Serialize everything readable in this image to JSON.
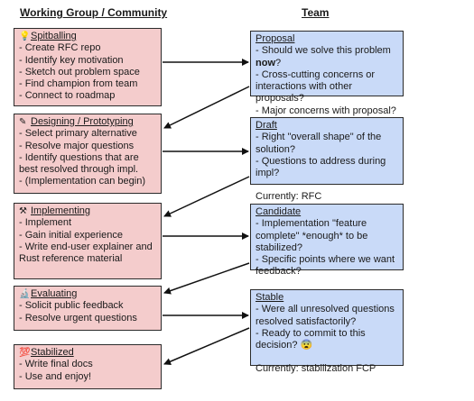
{
  "headers": {
    "left": "Working Group / Community",
    "right": "Team"
  },
  "wg_boxes": [
    {
      "icon": "💡",
      "icon_name": "lightbulb-icon",
      "title": "Spitballing",
      "lines": [
        "- Create RFC repo",
        "- Identify key motivation",
        "- Sketch out problem space",
        "- Find champion from team",
        "- Connect to roadmap"
      ]
    },
    {
      "icon": "✎",
      "icon_name": "pencil-icon",
      "title": "Designing / Prototyping",
      "lines": [
        "- Select primary alternative",
        "- Resolve major questions",
        "- Identify questions that are best resolved through impl.",
        "- (Implementation can begin)"
      ]
    },
    {
      "icon": "⚒",
      "icon_name": "hammer-wrench-icon",
      "title": "Implementing",
      "lines": [
        "- Implement",
        "- Gain initial experience",
        "- Write end-user explainer and Rust reference material"
      ]
    },
    {
      "icon": "🔬",
      "icon_name": "microscope-icon",
      "title": "Evaluating",
      "lines": [
        "- Solicit public feedback",
        "- Resolve urgent questions"
      ]
    },
    {
      "icon": "💯",
      "icon_name": "hundred-points-icon",
      "title": "Stabilized",
      "lines": [
        "- Write final docs",
        "- Use and enjoy!"
      ]
    }
  ],
  "team_boxes": [
    {
      "title": "Proposal",
      "line1_prefix": "- Should we solve this problem ",
      "line1_bold": "now",
      "line1_suffix": "?",
      "lines": [
        "- Cross-cutting concerns or interactions with other proposals?",
        "- Major concerns with proposal?"
      ]
    },
    {
      "title": "Draft",
      "lines": [
        "- Right \"overall shape\" of the solution?",
        "- Questions to address during impl?"
      ],
      "currently": "Currently: RFC"
    },
    {
      "title": "Candidate",
      "lines": [
        "- Implementation \"feature complete\" *enough* to be stabilized?",
        "- Specific points where we want feedback?"
      ]
    },
    {
      "title": "Stable",
      "lines": [
        "- Were all unresolved questions resolved satisfactorily?",
        "- Ready to commit to this decision? 😨"
      ],
      "currently": "Currently: stabilization FCP"
    }
  ]
}
